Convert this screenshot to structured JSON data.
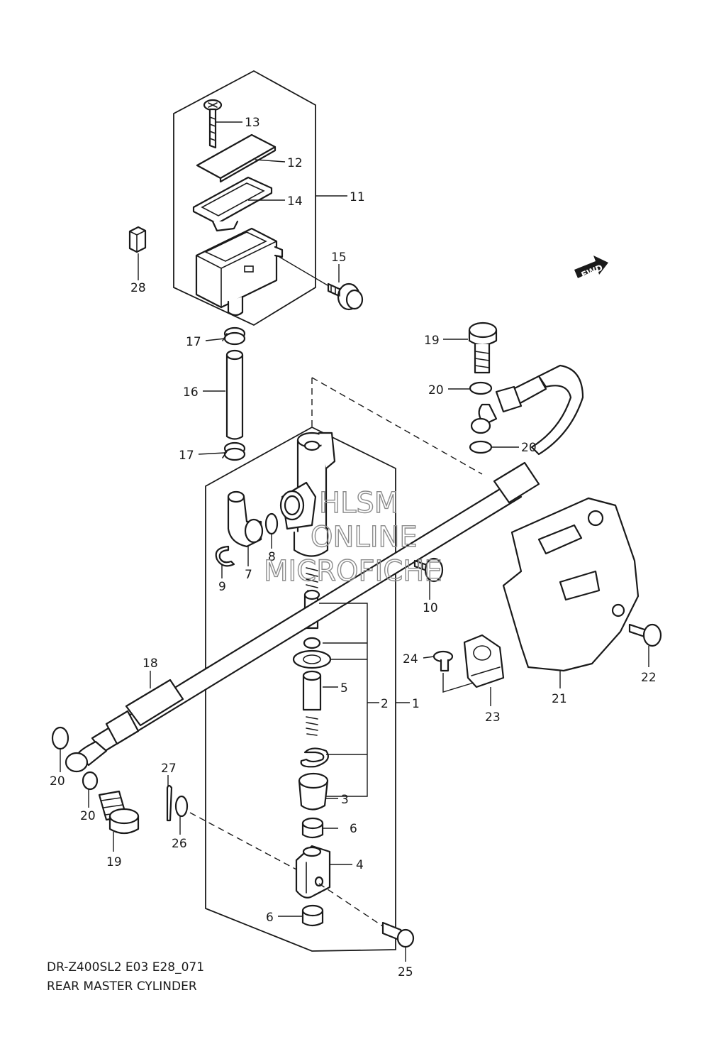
{
  "diagram": {
    "title": {
      "model": "DR-Z400SL2 E03 E28_071",
      "name": "REAR MASTER CYLINDER"
    },
    "watermark": [
      "HLSM",
      "ONLINE",
      "MICROFICHE"
    ],
    "fwd_label": "FWD",
    "callouts": [
      {
        "id": "c13",
        "text": "13"
      },
      {
        "id": "c12",
        "text": "12"
      },
      {
        "id": "c14",
        "text": "14"
      },
      {
        "id": "c11",
        "text": "11"
      },
      {
        "id": "c28",
        "text": "28"
      },
      {
        "id": "c15",
        "text": "15"
      },
      {
        "id": "c17a",
        "text": "17"
      },
      {
        "id": "c16",
        "text": "16"
      },
      {
        "id": "c17b",
        "text": "17"
      },
      {
        "id": "c19a",
        "text": "19"
      },
      {
        "id": "c20a",
        "text": "20"
      },
      {
        "id": "c20b",
        "text": "20"
      },
      {
        "id": "c9",
        "text": "9"
      },
      {
        "id": "c7",
        "text": "7"
      },
      {
        "id": "c8",
        "text": "8"
      },
      {
        "id": "c10",
        "text": "10"
      },
      {
        "id": "c5",
        "text": "5"
      },
      {
        "id": "c2",
        "text": "2"
      },
      {
        "id": "c1",
        "text": "1"
      },
      {
        "id": "c24",
        "text": "24"
      },
      {
        "id": "c23",
        "text": "23"
      },
      {
        "id": "c21",
        "text": "21"
      },
      {
        "id": "c22",
        "text": "22"
      },
      {
        "id": "c18",
        "text": "18"
      },
      {
        "id": "c20c",
        "text": "20"
      },
      {
        "id": "c20d",
        "text": "20"
      },
      {
        "id": "c27",
        "text": "27"
      },
      {
        "id": "c26",
        "text": "26"
      },
      {
        "id": "c19b",
        "text": "19"
      },
      {
        "id": "c3",
        "text": "3"
      },
      {
        "id": "c6a",
        "text": "6"
      },
      {
        "id": "c4",
        "text": "4"
      },
      {
        "id": "c6b",
        "text": "6"
      },
      {
        "id": "c25",
        "text": "25"
      }
    ]
  }
}
